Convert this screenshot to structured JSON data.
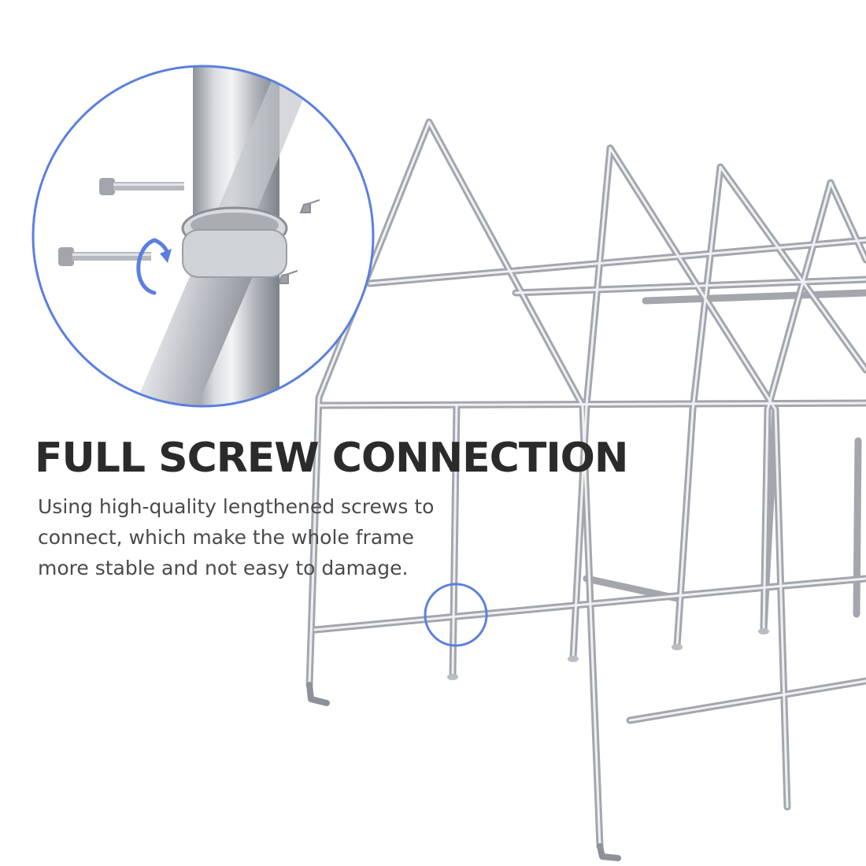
{
  "feature": {
    "title": "FULL SCREW CONNECTION",
    "description_lines": [
      "Using high-quality lengthened screws to",
      "connect, which make the whole frame",
      "more stable and not easy to damage."
    ]
  },
  "illustration": {
    "subject": "metal-tent-frame",
    "callout_zoom": "pipe-joint-with-screws",
    "callout_marker": "joint-location-circle",
    "rotate_arrow": "rotate-clockwise-icon"
  },
  "colors": {
    "accent": "#5b7fe0",
    "frame_steel": "#c9ccd1",
    "frame_shadow": "#9a9ea5",
    "heading": "#2b2b2b",
    "body": "#4a4a4a"
  }
}
